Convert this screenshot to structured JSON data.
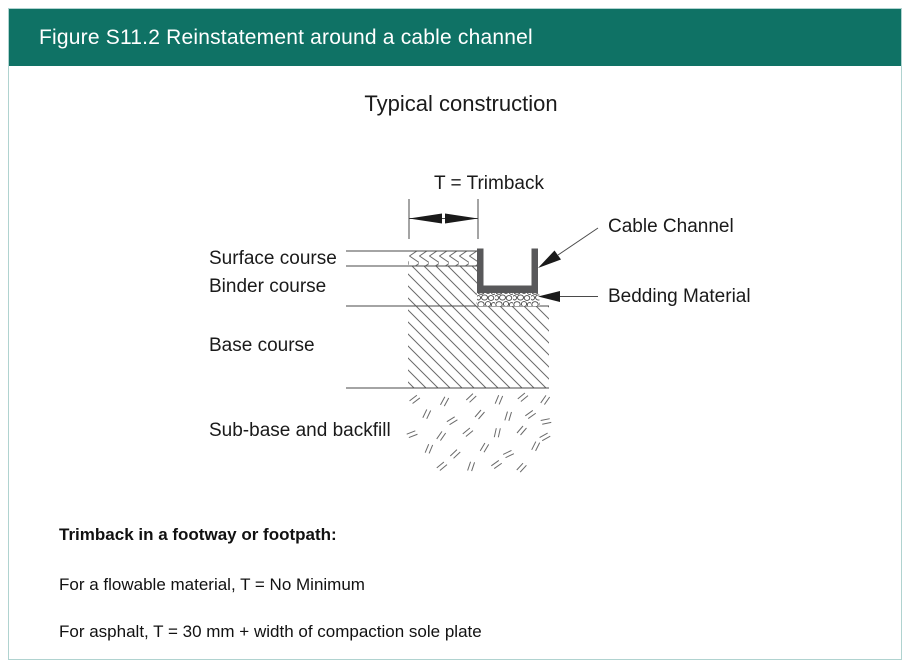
{
  "header": {
    "title": "Figure S11.2 Reinstatement around a cable channel"
  },
  "diagram": {
    "title": "Typical construction",
    "dimension_label": "T = Trimback",
    "layers": {
      "surface": "Surface course",
      "binder": "Binder course",
      "base": "Base course",
      "subbase": "Sub-base and backfill"
    },
    "callouts": {
      "cable_channel": "Cable Channel",
      "bedding": "Bedding Material"
    }
  },
  "notes": {
    "heading": "Trimback in a footway or footpath:",
    "flowable": "For a flowable material, T = No Minimum",
    "asphalt": "For asphalt, T = 30 mm + width of compaction sole plate"
  },
  "colors": {
    "header_bg": "#0f7265",
    "header_text": "#ffffff",
    "figure_border": "#b0d3d0",
    "channel_gray": "#58585a",
    "drawing_line": "#4a4a4a",
    "hatch_line": "#6a6a6a"
  }
}
